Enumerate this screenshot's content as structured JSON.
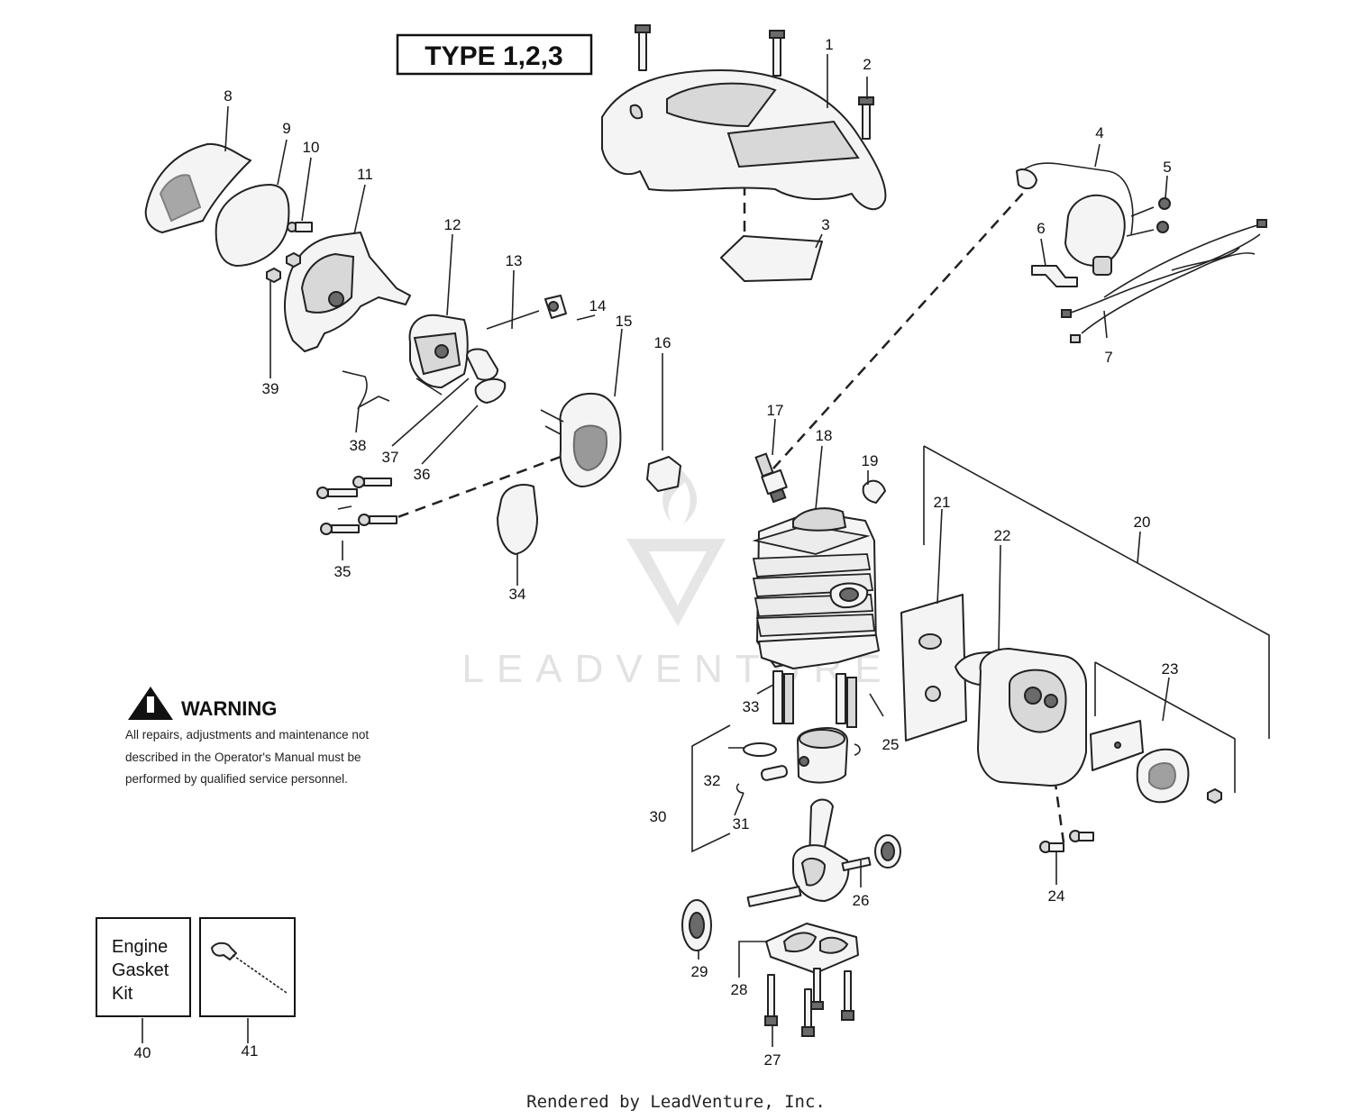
{
  "header": {
    "type_label": "TYPE 1,2,3"
  },
  "watermark": {
    "text": "LEADVENTURE"
  },
  "warning": {
    "title": "WARNING",
    "lines": [
      "All repairs, adjustments and maintenance not",
      "described in the Operator's Manual must be",
      "performed by qualified  service personnel."
    ]
  },
  "kit": {
    "lines": [
      "Engine",
      "Gasket",
      "Kit"
    ]
  },
  "footer": {
    "text": "Rendered by LeadVenture, Inc."
  },
  "callouts": [
    "1",
    "2",
    "3",
    "4",
    "5",
    "6",
    "7",
    "8",
    "9",
    "10",
    "11",
    "12",
    "13",
    "14",
    "15",
    "16",
    "17",
    "18",
    "19",
    "20",
    "21",
    "22",
    "23",
    "24",
    "25",
    "26",
    "27",
    "28",
    "29",
    "30",
    "31",
    "32",
    "33",
    "34",
    "35",
    "36",
    "37",
    "38",
    "39",
    "40",
    "41"
  ]
}
